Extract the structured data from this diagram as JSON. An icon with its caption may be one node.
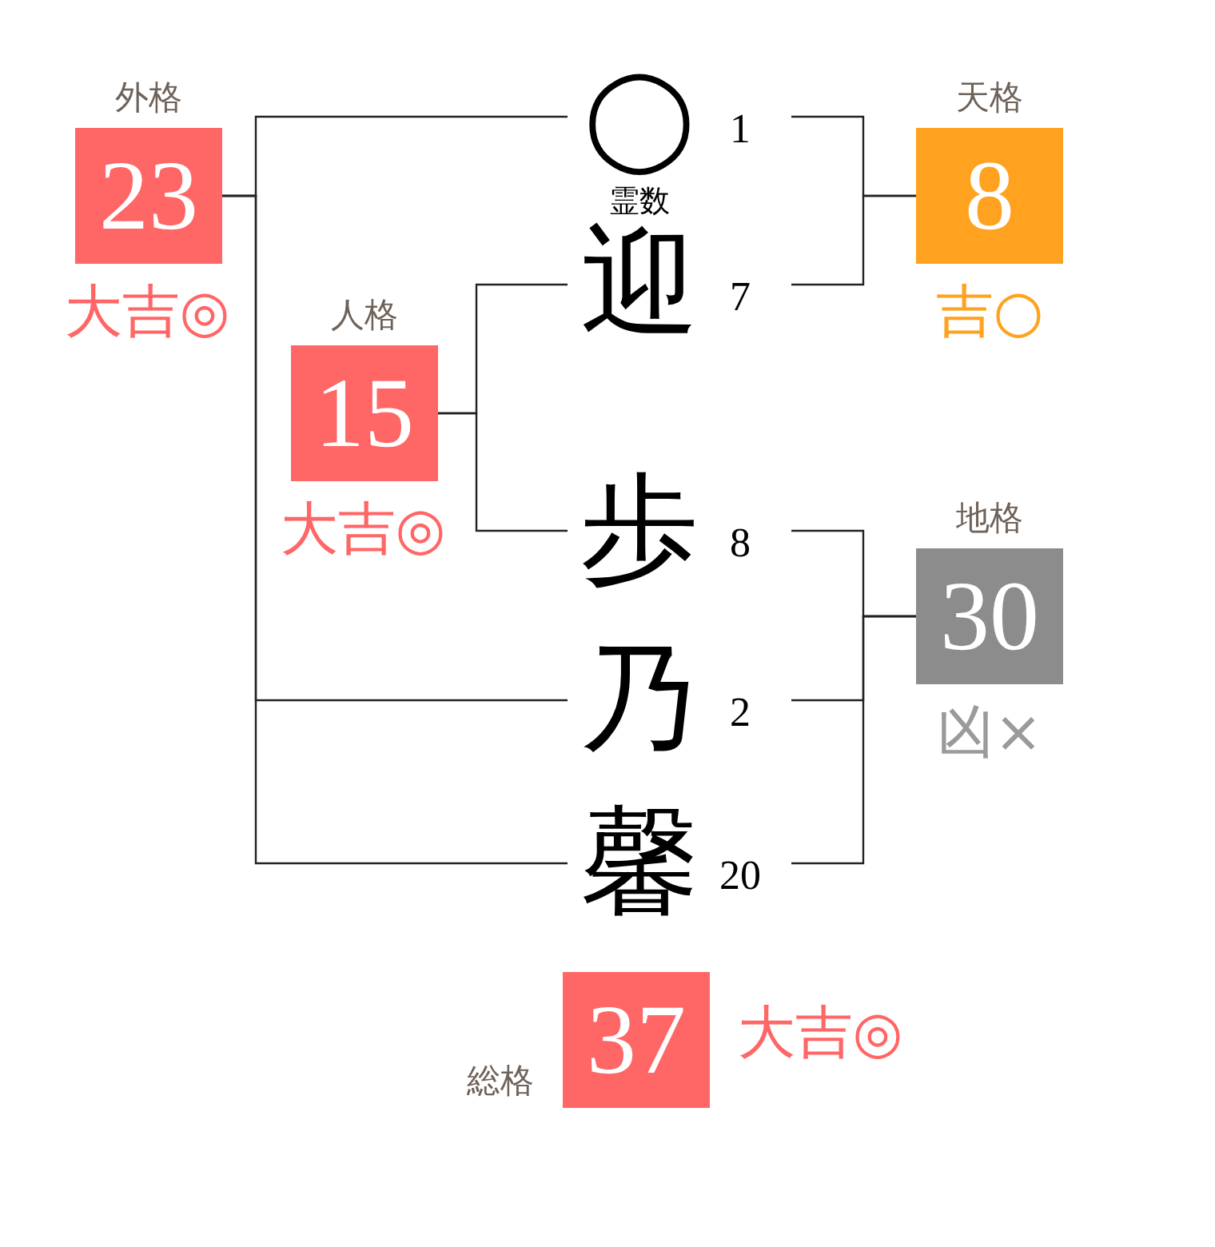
{
  "diagram": {
    "nodes": [
      {
        "text": [
          "外格",
          "23"
        ],
        "beside": [
          "大吉◎"
        ]
      },
      {
        "text": [
          "◯"
        ],
        "beside": [
          "1",
          "霊数"
        ]
      },
      {
        "text": [
          "天格",
          "8"
        ],
        "beside": [
          "吉○"
        ]
      },
      {
        "text": [
          "迎"
        ],
        "beside": [
          "7"
        ]
      },
      {
        "text": [
          "人格",
          "15"
        ],
        "beside": [
          "大吉◎"
        ]
      },
      {
        "text": [
          "歩"
        ],
        "beside": [
          "8"
        ]
      },
      {
        "text": [
          "地格",
          "30"
        ],
        "beside": [
          "凶×"
        ]
      },
      {
        "text": [
          "乃"
        ],
        "beside": [
          "2"
        ]
      },
      {
        "text": [
          "馨"
        ],
        "beside": [
          "20"
        ]
      },
      {
        "text": [
          "総格",
          "37"
        ],
        "beside": [
          "大吉◎"
        ]
      }
    ],
    "edges": [
      {
        "from": 1,
        "to": 2,
        "arrow": "none"
      },
      {
        "from": 3,
        "to": 2,
        "arrow": "none"
      },
      {
        "from": 3,
        "to": 4,
        "arrow": "none"
      },
      {
        "from": 5,
        "to": 4,
        "arrow": "none"
      },
      {
        "from": 5,
        "to": 6,
        "arrow": "none"
      },
      {
        "from": 7,
        "to": 6,
        "arrow": "none"
      },
      {
        "from": 8,
        "to": 6,
        "arrow": "none"
      },
      {
        "from": 1,
        "to": 0,
        "arrow": "none"
      },
      {
        "from": 7,
        "to": 0,
        "arrow": "none"
      },
      {
        "from": 8,
        "to": 0,
        "arrow": "none"
      }
    ]
  }
}
